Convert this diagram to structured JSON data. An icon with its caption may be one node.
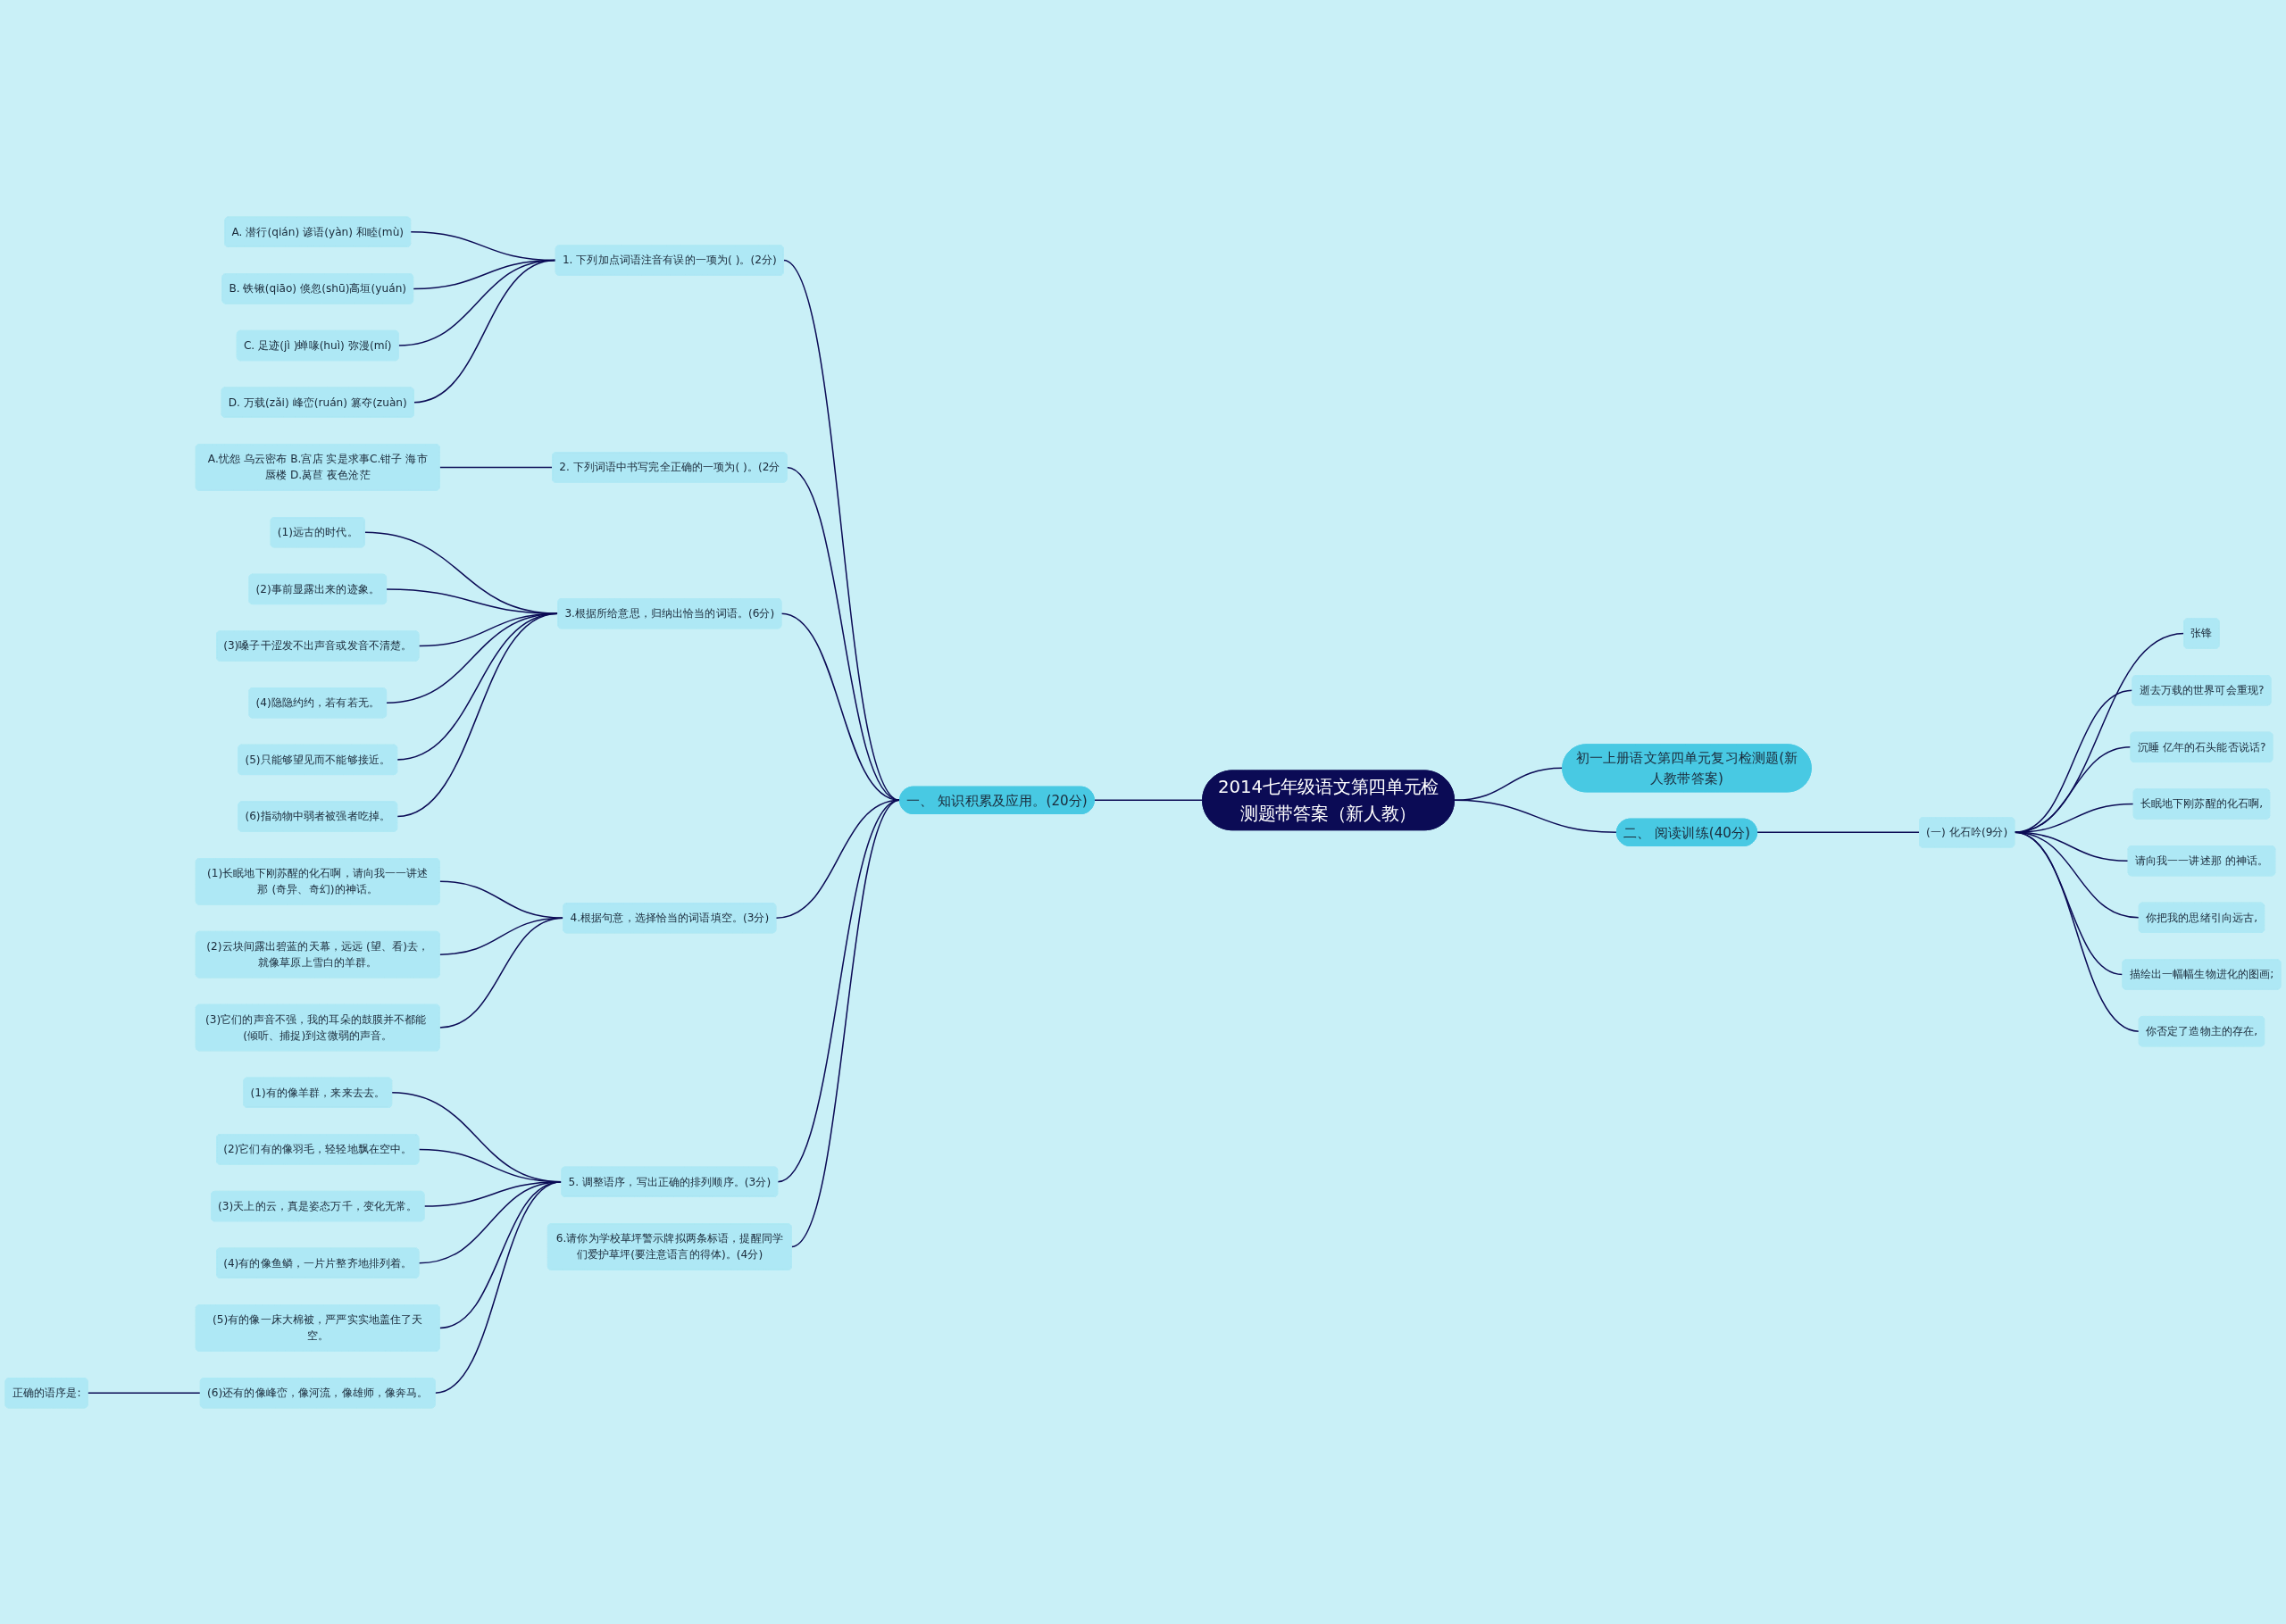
{
  "diagram": {
    "nodes": [
      {
        "text": [
          "2014七年级语文第四单元检测题带答案（新人教）"
        ]
      },
      {
        "text": [
          "初一上册语文第四单元复习检测题(新人教带答案)"
        ]
      },
      {
        "text": [
          "一、 知识积累及应用。(20分)"
        ]
      },
      {
        "text": [
          "1. 下列加点词语注音有误的一项为( )。(2分)"
        ]
      },
      {
        "text": [
          "A. 潜行(qián) 谚语(yàn) 和睦(mù)"
        ]
      },
      {
        "text": [
          "B. 铁锹(qiāo) 倏忽(shū)高垣(yuán)"
        ]
      },
      {
        "text": [
          "C. 足迹(jì )蝉喙(huì) 弥漫(mí)"
        ]
      },
      {
        "text": [
          "D. 万载(zǎi) 峰峦(ruán) 篡夺(zuàn)"
        ]
      },
      {
        "text": [
          "2. 下列词语中书写完全正确的一项为( )。(2分"
        ]
      },
      {
        "text": [
          "A.忧怨 乌云密布 B.宫店 实是求事C.钳子 海市蜃楼 D.莴苣 夜色沧茫"
        ]
      },
      {
        "text": [
          "3.根据所给意思，归纳出恰当的词语。(6分)"
        ]
      },
      {
        "text": [
          "(1)远古的时代。"
        ]
      },
      {
        "text": [
          "(2)事前显露出来的迹象。"
        ]
      },
      {
        "text": [
          "(3)嗓子干涩发不出声音或发音不清楚。"
        ]
      },
      {
        "text": [
          "(4)隐隐约约，若有若无。"
        ]
      },
      {
        "text": [
          "(5)只能够望见而不能够接近。"
        ]
      },
      {
        "text": [
          "(6)指动物中弱者被强者吃掉。"
        ]
      },
      {
        "text": [
          "4.根据句意，选择恰当的词语填空。(3分)"
        ]
      },
      {
        "text": [
          "(1)长眠地下刚苏醒的化石啊，请向我一一讲述那 (奇异、奇幻)的神话。"
        ]
      },
      {
        "text": [
          "(2)云块间露出碧蓝的天幕，远远 (望、看)去，就像草原上雪白的羊群。"
        ]
      },
      {
        "text": [
          "(3)它们的声音不强，我的耳朵的鼓膜并不都能 (倾听、捕捉)到这微弱的声音。"
        ]
      },
      {
        "text": [
          "5. 调整语序，写出正确的排列顺序。(3分)"
        ]
      },
      {
        "text": [
          "(1)有的像羊群，来来去去。"
        ]
      },
      {
        "text": [
          "(2)它们有的像羽毛，轻轻地飘在空中。"
        ]
      },
      {
        "text": [
          "(3)天上的云，真是姿态万千，变化无常。"
        ]
      },
      {
        "text": [
          "(4)有的像鱼鳞，一片片整齐地排列着。"
        ]
      },
      {
        "text": [
          "(5)有的像一床大棉被，严严实实地盖住了天空。"
        ]
      },
      {
        "text": [
          "(6)还有的像峰峦，像河流，像雄师，像奔马。"
        ]
      },
      {
        "text": [
          "正确的语序是:"
        ]
      },
      {
        "text": [
          "6.请你为学校草坪警示牌拟两条标语，提醒同学们爱护草坪(要注意语言的得体)。(4分)"
        ]
      },
      {
        "text": [
          "二、 阅读训练(40分)"
        ]
      },
      {
        "text": [
          "(一) 化石吟(9分)"
        ]
      },
      {
        "text": [
          "张锋"
        ]
      },
      {
        "text": [
          "逝去万载的世界可会重现?"
        ]
      },
      {
        "text": [
          "沉睡 亿年的石头能否说话?"
        ]
      },
      {
        "text": [
          "长眠地下刚苏醒的化石啊,"
        ]
      },
      {
        "text": [
          "请向我一一讲述那 的神话。"
        ]
      },
      {
        "text": [
          "你把我的思绪引向远古,"
        ]
      },
      {
        "text": [
          "描绘出一幅幅生物进化的图画;"
        ]
      },
      {
        "text": [
          "你否定了造物主的存在,"
        ]
      }
    ],
    "edges": [
      {
        "from": 0,
        "to": 1,
        "arrow": "none"
      },
      {
        "from": 0,
        "to": 2,
        "arrow": "none"
      },
      {
        "from": 2,
        "to": 3,
        "arrow": "none"
      },
      {
        "from": 3,
        "to": 4,
        "arrow": "none"
      },
      {
        "from": 3,
        "to": 5,
        "arrow": "none"
      },
      {
        "from": 3,
        "to": 6,
        "arrow": "none"
      },
      {
        "from": 3,
        "to": 7,
        "arrow": "none"
      },
      {
        "from": 2,
        "to": 8,
        "arrow": "none"
      },
      {
        "from": 8,
        "to": 9,
        "arrow": "none"
      },
      {
        "from": 2,
        "to": 10,
        "arrow": "none"
      },
      {
        "from": 10,
        "to": 11,
        "arrow": "none"
      },
      {
        "from": 10,
        "to": 12,
        "arrow": "none"
      },
      {
        "from": 10,
        "to": 13,
        "arrow": "none"
      },
      {
        "from": 10,
        "to": 14,
        "arrow": "none"
      },
      {
        "from": 10,
        "to": 15,
        "arrow": "none"
      },
      {
        "from": 10,
        "to": 16,
        "arrow": "none"
      },
      {
        "from": 2,
        "to": 17,
        "arrow": "none"
      },
      {
        "from": 17,
        "to": 18,
        "arrow": "none"
      },
      {
        "from": 17,
        "to": 19,
        "arrow": "none"
      },
      {
        "from": 17,
        "to": 20,
        "arrow": "none"
      },
      {
        "from": 2,
        "to": 21,
        "arrow": "none"
      },
      {
        "from": 21,
        "to": 22,
        "arrow": "none"
      },
      {
        "from": 21,
        "to": 23,
        "arrow": "none"
      },
      {
        "from": 21,
        "to": 24,
        "arrow": "none"
      },
      {
        "from": 21,
        "to": 25,
        "arrow": "none"
      },
      {
        "from": 21,
        "to": 26,
        "arrow": "none"
      },
      {
        "from": 21,
        "to": 27,
        "arrow": "none"
      },
      {
        "from": 27,
        "to": 28,
        "arrow": "none"
      },
      {
        "from": 2,
        "to": 29,
        "arrow": "none"
      },
      {
        "from": 0,
        "to": 30,
        "arrow": "none"
      },
      {
        "from": 30,
        "to": 31,
        "arrow": "none"
      },
      {
        "from": 31,
        "to": 32,
        "arrow": "none"
      },
      {
        "from": 31,
        "to": 33,
        "arrow": "none"
      },
      {
        "from": 31,
        "to": 34,
        "arrow": "none"
      },
      {
        "from": 31,
        "to": 35,
        "arrow": "none"
      },
      {
        "from": 31,
        "to": 36,
        "arrow": "none"
      },
      {
        "from": 31,
        "to": 37,
        "arrow": "none"
      },
      {
        "from": 31,
        "to": 38,
        "arrow": "none"
      },
      {
        "from": 31,
        "to": 39,
        "arrow": "none"
      }
    ]
  }
}
